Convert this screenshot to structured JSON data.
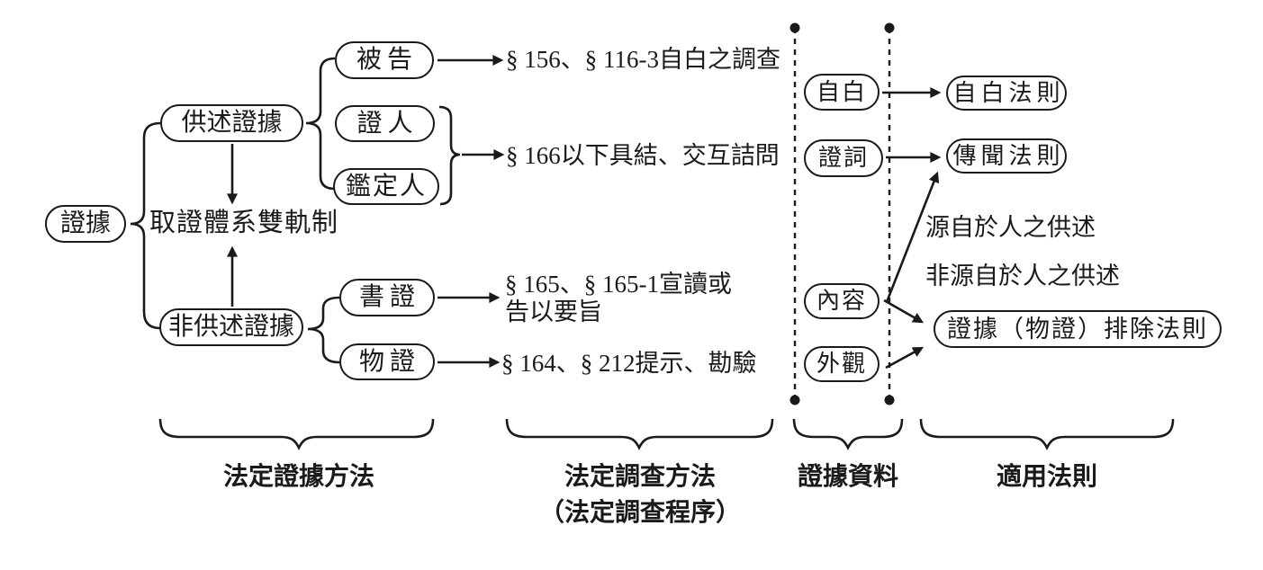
{
  "colors": {
    "ink": "#1a1a1a",
    "background": "#ffffff"
  },
  "nodes": {
    "evidence": {
      "label": "證據"
    },
    "testimonial": {
      "label": "供述證據"
    },
    "non_testimonial": {
      "label": "非供述證據"
    },
    "defendant": {
      "label": "被告"
    },
    "witness": {
      "label": "證人"
    },
    "expert": {
      "label": "鑑定人"
    },
    "documentary": {
      "label": "書證"
    },
    "physical": {
      "label": "物證"
    },
    "confession": {
      "label": "自白"
    },
    "testimony": {
      "label": "證詞"
    },
    "content": {
      "label": "內容"
    },
    "appearance": {
      "label": "外觀"
    },
    "confession_rule": {
      "label": "自白法則"
    },
    "hearsay_rule": {
      "label": "傳聞法則"
    },
    "exclusion_rule": {
      "label": "證據（物證）排除法則"
    }
  },
  "annotations": {
    "dual_track": "取證體系雙軌制",
    "statute_confession": "§ 156、§ 116-3自白之調查",
    "statute_oath": "§ 166以下具結、交互詰問",
    "statute_reading": "§ 165、§ 165-1宣讀或\n告以要旨",
    "statute_inspection": "§ 164、§ 212提示、勘驗",
    "from_human": "源自於人之供述",
    "not_from_human": "非源自於人之供述"
  },
  "column_labels": {
    "evidence_methods": "法定證據方法",
    "investigation_methods": "法定調查方法\n（法定調查程序）",
    "evidence_material": "證據資料",
    "applicable_rules": "適用法則"
  }
}
